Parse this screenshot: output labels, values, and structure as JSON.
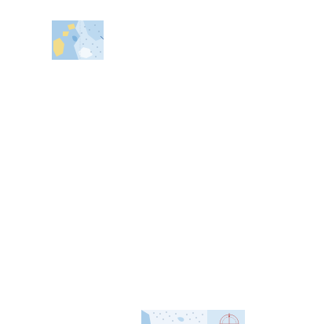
{
  "map": {
    "type": "nautical-chart-tiles",
    "tiles_visible": 3,
    "colors": {
      "background": "#ffffff",
      "deep_water": "#a9cdea",
      "shallow_water": "#d6e8f6",
      "land": "#f2dc8a",
      "sounding_dots": "#6f8fb0",
      "compass_rose": "#c0504d"
    },
    "features": {
      "tile_1": [
        "water-area",
        "land-area",
        "island",
        "soundings"
      ],
      "tile_2": [
        "water-area",
        "soundings"
      ],
      "tile_3": [
        "shallow-water-area",
        "compass-rose"
      ]
    }
  }
}
